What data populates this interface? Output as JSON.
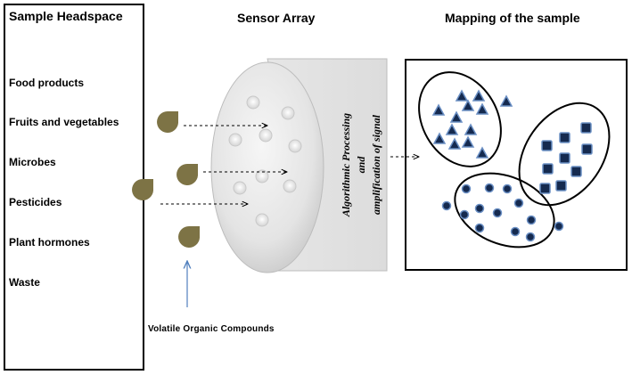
{
  "panels": {
    "headspace": {
      "title": "Sample Headspace"
    },
    "sensor": {
      "title": "Sensor Array"
    },
    "mapping": {
      "title": "Mapping of the sample"
    }
  },
  "samples": [
    "Food products",
    "Fruits and vegetables",
    "Microbes",
    "Pesticides",
    "Plant hormones",
    "Waste"
  ],
  "sensor_array": {
    "processing_line1": "Algorithmic Processing",
    "processing_line2": "and",
    "processing_line3": "amplification of signal"
  },
  "voc_label": "Volatile Organic Compounds",
  "colors": {
    "droplet": "#7d7345",
    "marker_fill": "#152a4f",
    "marker_stroke": "#6a8fc4",
    "arrow_blue": "#4f7fbd",
    "sensor_body": "#e2e2e2"
  }
}
